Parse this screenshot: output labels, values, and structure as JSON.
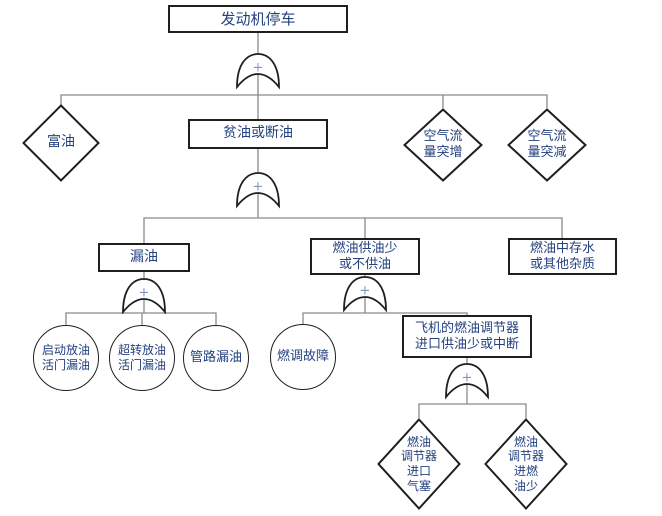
{
  "diagram_type": "fault-tree",
  "colors": {
    "text": "#23417f",
    "shape_border": "#1f1f1f",
    "connector_line": "#8a8a8a",
    "gate_plus": "#7e95c6",
    "background": "#ffffff"
  },
  "gate": {
    "symbol": "+"
  },
  "events": {
    "engine_shutdown": {
      "type": "rectangle",
      "label": "发动机停车"
    },
    "rich_fuel": {
      "type": "diamond",
      "label": "富油"
    },
    "lean_or_fuel_cut": {
      "type": "rectangle",
      "label": "贫油或断油"
    },
    "airflow_sudden_increase": {
      "type": "diamond",
      "label": "空气流\n量突增"
    },
    "airflow_sudden_decrease": {
      "type": "diamond",
      "label": "空气流\n量突减"
    },
    "oil_leak": {
      "type": "rectangle",
      "label": "漏油"
    },
    "low_or_no_fuel_supply": {
      "type": "rectangle",
      "label": "燃油供油少\n或不供油"
    },
    "water_or_impurities_in_fuel": {
      "type": "rectangle",
      "label": "燃油中存水\n或其他杂质"
    },
    "start_drain_valve_leak": {
      "type": "circle",
      "label": "启动放油\n活门漏油"
    },
    "overspeed_drain_valve_leak": {
      "type": "circle",
      "label": "超转放油\n活门漏油"
    },
    "pipeline_leak": {
      "type": "circle",
      "label": "管路漏油"
    },
    "fuel_control_failure": {
      "type": "circle",
      "label": "燃调故障"
    },
    "regulator_inlet_supply_low_or_interrupted": {
      "type": "rectangle",
      "label": "飞机的燃油调节器\n进口供油少或中断"
    },
    "regulator_inlet_airlock": {
      "type": "diamond",
      "label": "燃油\n调节器\n进口\n气塞"
    },
    "regulator_inlet_low_fuel": {
      "type": "diamond",
      "label": "燃油\n调节器\n进燃\n油少"
    }
  }
}
